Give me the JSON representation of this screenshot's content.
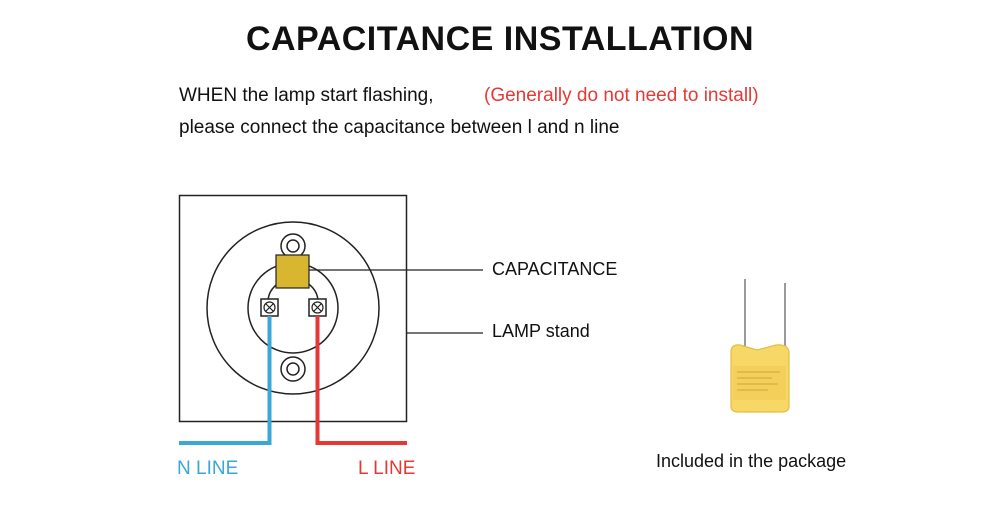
{
  "header": {
    "title": "CAPACITANCE INSTALLATION"
  },
  "instructions": {
    "line1": "WHEN the lamp start flashing,",
    "note": "(Generally do not need to install)",
    "line2": "please connect the capacitance between l and n line"
  },
  "diagram": {
    "capacitance_label": "CAPACITANCE",
    "lamp_stand_label": "LAMP stand",
    "n_line_label": "N LINE",
    "l_line_label": "L LINE"
  },
  "package": {
    "caption": "Included in the package"
  },
  "colors": {
    "note": "#e53935",
    "n_line": "#3aa7d6",
    "l_line": "#e53935",
    "capacitor_body": "#d9b62f",
    "package_capacitor": "#f7d866"
  }
}
